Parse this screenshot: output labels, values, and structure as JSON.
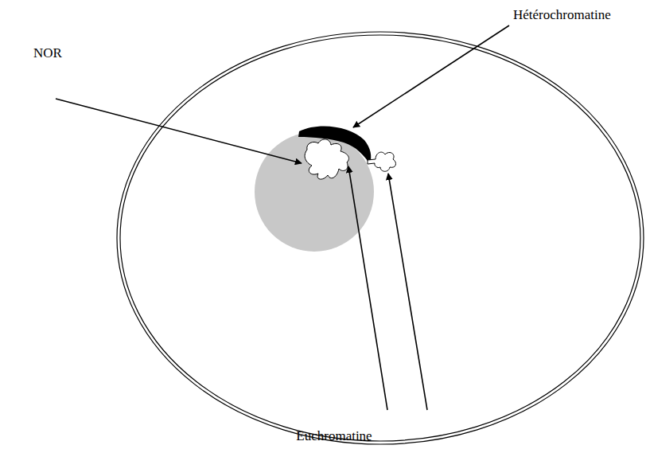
{
  "diagram": {
    "labels": [
      "Hétérochromatine",
      "NOR",
      "Euchromatine"
    ]
  }
}
